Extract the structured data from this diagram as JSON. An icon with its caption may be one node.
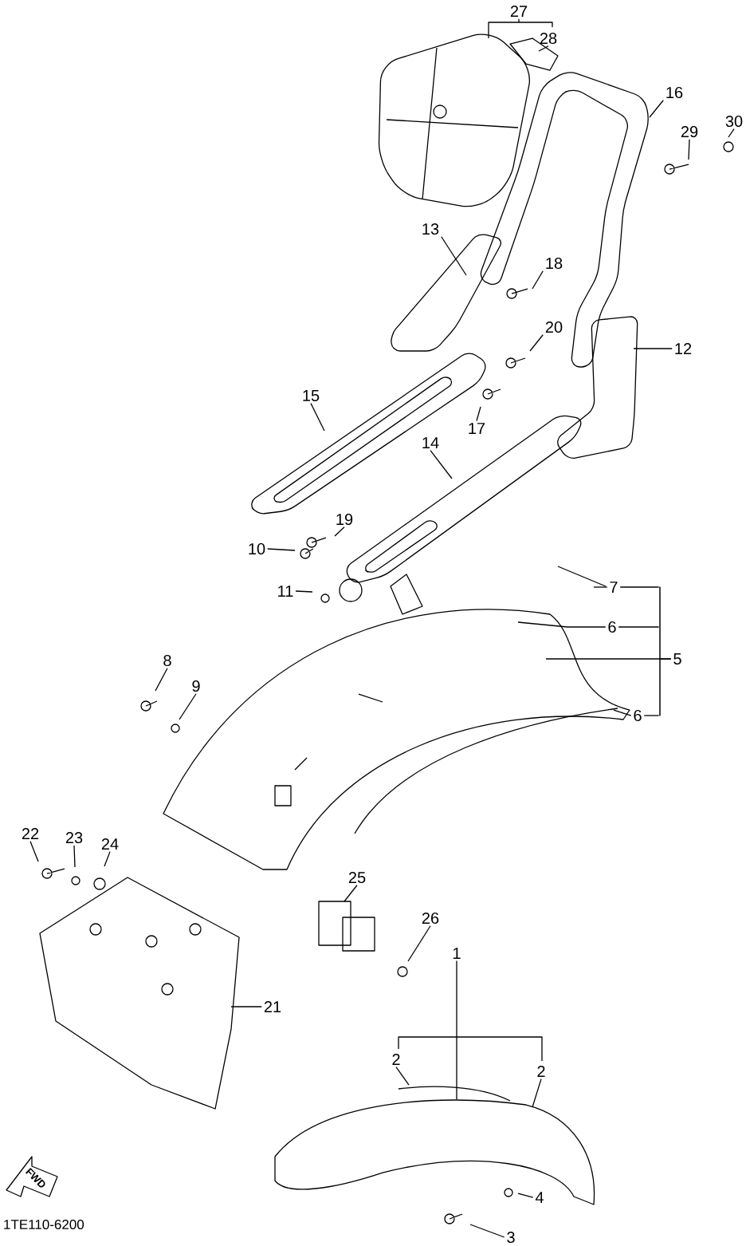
{
  "diagram": {
    "nodes": [
      {
        "text": [
          "27"
        ]
      },
      {
        "text": [
          "28"
        ]
      },
      {
        "text": [
          "16"
        ]
      },
      {
        "text": [
          "30"
        ]
      },
      {
        "text": [
          "29"
        ]
      },
      {
        "text": [
          "13"
        ]
      },
      {
        "text": [
          "18"
        ]
      },
      {
        "text": [
          "20"
        ]
      },
      {
        "text": [
          "12"
        ]
      },
      {
        "text": [
          "15"
        ]
      },
      {
        "text": [
          "17"
        ]
      },
      {
        "text": [
          "14"
        ]
      },
      {
        "text": [
          "19"
        ]
      },
      {
        "text": [
          "10"
        ]
      },
      {
        "text": [
          "11"
        ]
      },
      {
        "text": [
          "7"
        ]
      },
      {
        "text": [
          "6"
        ]
      },
      {
        "text": [
          "8"
        ]
      },
      {
        "text": [
          "5"
        ]
      },
      {
        "text": [
          "9"
        ]
      },
      {
        "text": [
          "6"
        ]
      },
      {
        "text": [
          "22"
        ]
      },
      {
        "text": [
          "23"
        ]
      },
      {
        "text": [
          "24"
        ]
      },
      {
        "text": [
          "25"
        ]
      },
      {
        "text": [
          "26"
        ]
      },
      {
        "text": [
          "21"
        ]
      },
      {
        "text": [
          "1"
        ]
      },
      {
        "text": [
          "2"
        ]
      },
      {
        "text": [
          "2"
        ]
      },
      {
        "text": [
          "4"
        ]
      },
      {
        "text": [
          "3"
        ]
      },
      {
        "text": [],
        "shape": "bar"
      }
    ],
    "edges": [
      {
        "from": 0,
        "to": null,
        "arrow": "none"
      },
      {
        "from": 1,
        "to": null,
        "arrow": "none"
      },
      {
        "from": 2,
        "to": null,
        "arrow": "none"
      },
      {
        "from": 3,
        "to": null,
        "arrow": "none"
      },
      {
        "from": 4,
        "to": null,
        "arrow": "none"
      },
      {
        "from": 5,
        "to": null,
        "arrow": "none"
      },
      {
        "from": 6,
        "to": null,
        "arrow": "none"
      },
      {
        "from": 7,
        "to": null,
        "arrow": "none"
      },
      {
        "from": 8,
        "to": null,
        "arrow": "none"
      },
      {
        "from": 9,
        "to": null,
        "arrow": "none"
      },
      {
        "from": 10,
        "to": null,
        "arrow": "none"
      },
      {
        "from": 11,
        "to": null,
        "arrow": "none"
      },
      {
        "from": 12,
        "to": null,
        "arrow": "none"
      },
      {
        "from": 13,
        "to": null,
        "arrow": "none"
      },
      {
        "from": 14,
        "to": null,
        "arrow": "none"
      },
      {
        "from": 15,
        "to": null,
        "arrow": "none"
      },
      {
        "from": 16,
        "to": null,
        "arrow": "none"
      },
      {
        "from": 17,
        "to": null,
        "arrow": "none"
      },
      {
        "from": 18,
        "to": null,
        "arrow": "none"
      },
      {
        "from": 19,
        "to": null,
        "arrow": "none"
      },
      {
        "from": 20,
        "to": null,
        "arrow": "none"
      },
      {
        "from": 21,
        "to": null,
        "arrow": "none"
      },
      {
        "from": 22,
        "to": null,
        "arrow": "none"
      },
      {
        "from": 23,
        "to": null,
        "arrow": "none"
      },
      {
        "from": 24,
        "to": null,
        "arrow": "none"
      },
      {
        "from": 25,
        "to": null,
        "arrow": "none"
      },
      {
        "from": 26,
        "to": null,
        "arrow": "none"
      },
      {
        "from": 27,
        "to": null,
        "arrow": "none"
      },
      {
        "from": 28,
        "to": null,
        "arrow": "none"
      },
      {
        "from": 29,
        "to": null,
        "arrow": "none"
      },
      {
        "from": 30,
        "to": null,
        "arrow": "none"
      },
      {
        "from": 31,
        "to": null,
        "arrow": "none"
      },
      {
        "from": 15,
        "to": 32,
        "arrow": "none"
      },
      {
        "from": 16,
        "to": 32,
        "arrow": "none"
      },
      {
        "from": 20,
        "to": 32,
        "arrow": "none"
      }
    ],
    "labels": [
      "FWD",
      "1TE110-6200"
    ]
  }
}
